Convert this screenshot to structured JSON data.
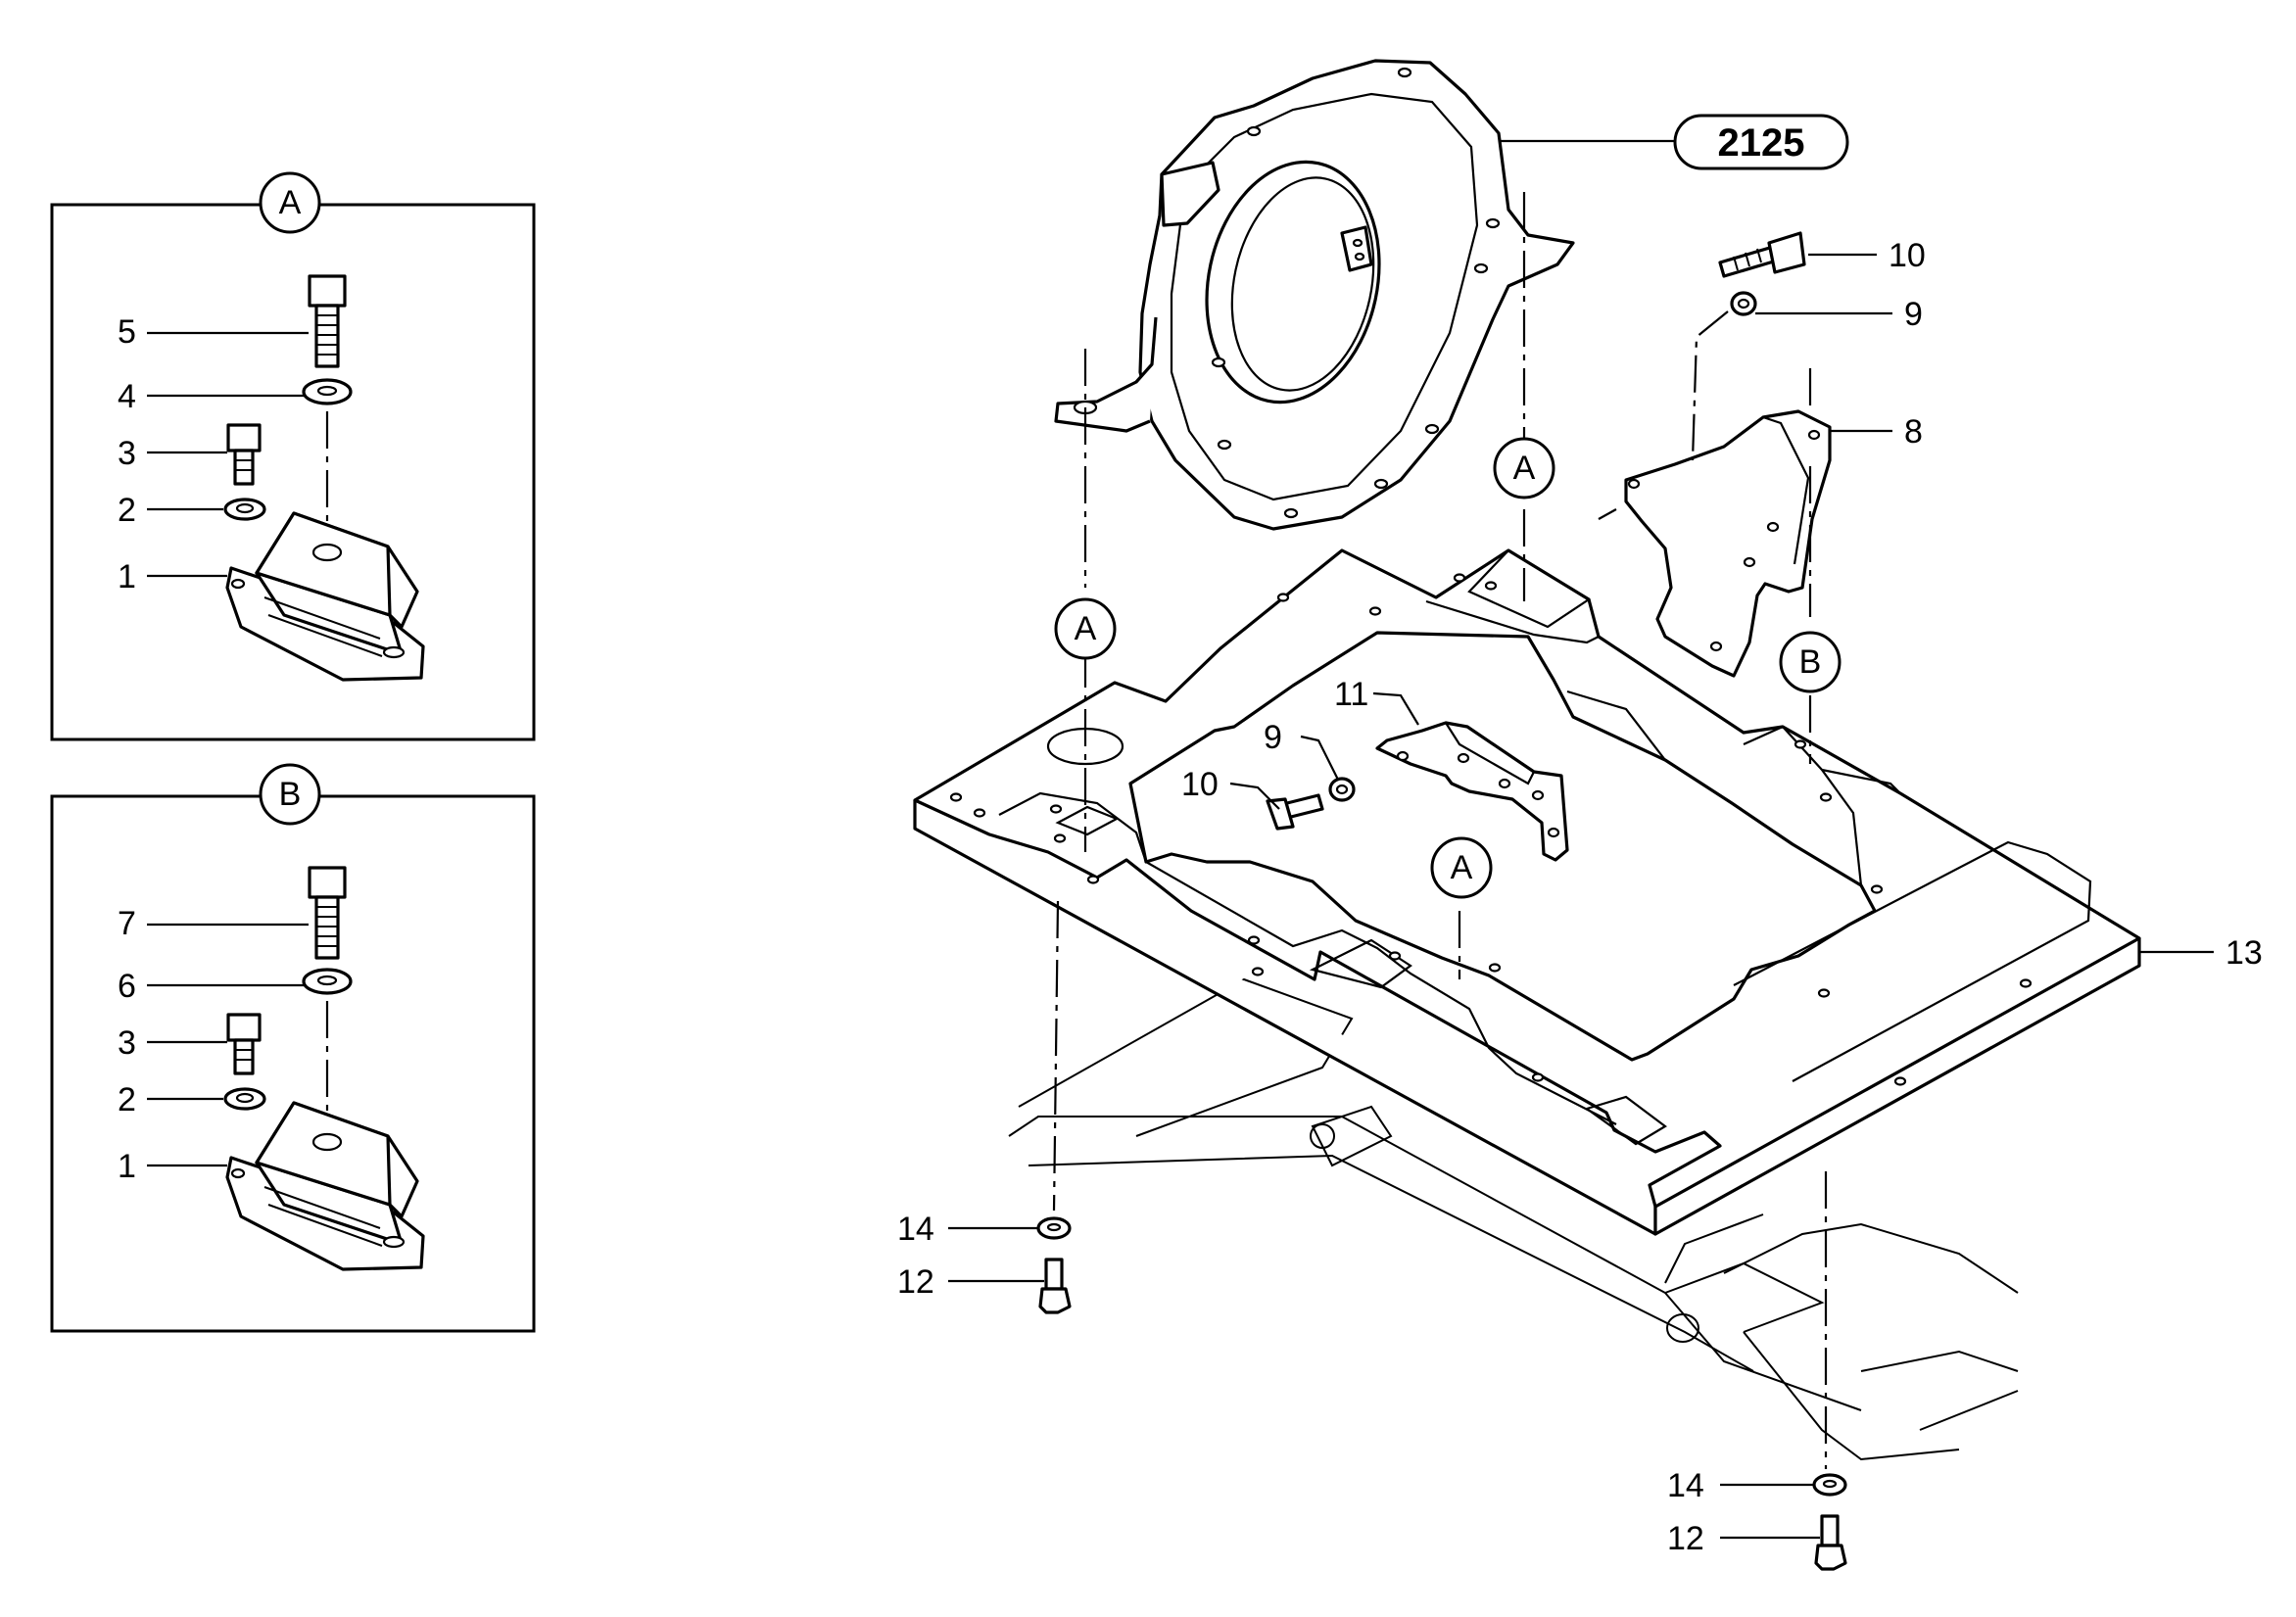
{
  "ref_badge": "2125",
  "detail_views": {
    "a": {
      "letter": "A",
      "callouts": [
        "5",
        "4",
        "3",
        "2",
        "1"
      ]
    },
    "b": {
      "letter": "B",
      "callouts": [
        "7",
        "6",
        "3",
        "2",
        "1"
      ]
    }
  },
  "main_view": {
    "section_markers": [
      "A",
      "A",
      "B",
      "A"
    ],
    "callouts": {
      "c10_top": "10",
      "c9_top": "9",
      "c8": "8",
      "c11": "11",
      "c9_mid": "9",
      "c10_mid": "10",
      "c13": "13",
      "c14_left": "14",
      "c12_left": "12",
      "c14_right": "14",
      "c12_right": "12"
    }
  }
}
